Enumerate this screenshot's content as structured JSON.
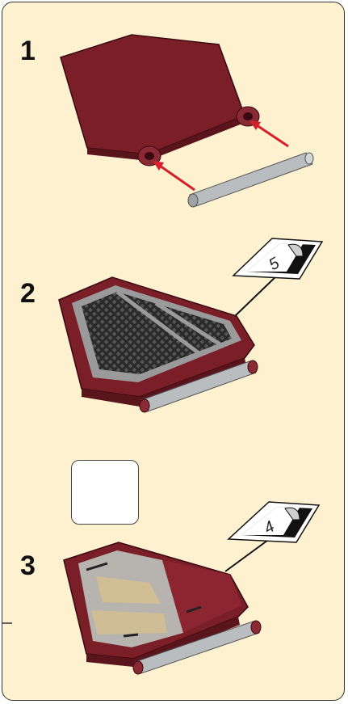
{
  "steps": [
    {
      "number": "1"
    },
    {
      "number": "2",
      "sticker": "5"
    },
    {
      "number": "3",
      "sticker": "4"
    }
  ],
  "colors": {
    "panel_background": "#fdf1cf",
    "part_red": "#7a1e28",
    "mesh_dark": "#2a2a2a",
    "rod_gray": "#b9bdbf",
    "arrow_red": "#d5202a",
    "rotate_icon_blue": "#2aa3d8"
  },
  "icons": {
    "rotate": "rotate-arrows-icon"
  }
}
